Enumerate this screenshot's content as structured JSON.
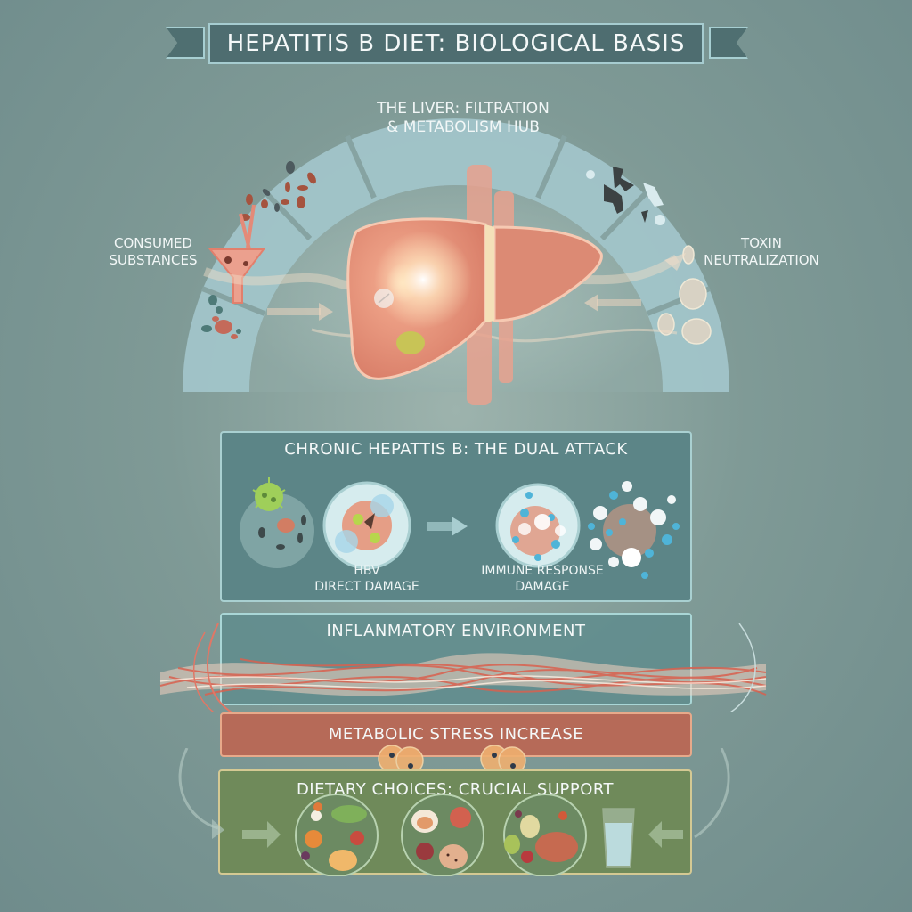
{
  "title": "HEPATITIS B DIET: BIOLOGICAL BASIS",
  "liver_section": {
    "title_line1": "THE LIVER: FILTRATION",
    "title_line2": "& METABOLISM HUB",
    "left_label_line1": "CONSUMED",
    "left_label_line2": "SUBSTANCES",
    "right_label_line1": "TOXIN",
    "right_label_line2": "NEUTRALIZATION",
    "icons": [
      "funnel-icon",
      "particles-icon",
      "liver-icon",
      "gallbladder-icon",
      "pill-icon",
      "toxin-fragments-icon",
      "neutralized-clumps-icon"
    ]
  },
  "dual_attack": {
    "title": "CHRONIC HEPATTIS B: THE DUAL ATTACK",
    "left_caption_line1": "HBV",
    "left_caption_line2": "DIRECT DAMAGE",
    "right_caption_line1": "IMMUNE RESPONSE",
    "right_caption_line2": "DAMAGE",
    "icons": [
      "virus-icon",
      "infected-cell-icon",
      "arrow-right-icon",
      "immune-attack-icon",
      "immune-cells-cluster-icon"
    ]
  },
  "inflammatory": {
    "title": "INFLANMATORY ENVIRONMENT"
  },
  "metabolic": {
    "title": "METABOLIC STRESS INCREASE"
  },
  "dietary": {
    "title": "DIETARY CHOICES: CRUCIAL SUPPORT",
    "icons": [
      "arrow-right-icon",
      "fruit-plate-icon",
      "mixed-plate-icon",
      "protein-plate-icon",
      "water-glass-icon",
      "arrow-left-icon"
    ]
  },
  "colors": {
    "background": "#7f9a96",
    "banner": "#4e6d70",
    "arc": "#a3c6cc",
    "liver": "#e08a74",
    "dual_panel": "#5c8587",
    "metabolic_panel": "#b66a58",
    "diet_panel": "#6f8a5a"
  }
}
